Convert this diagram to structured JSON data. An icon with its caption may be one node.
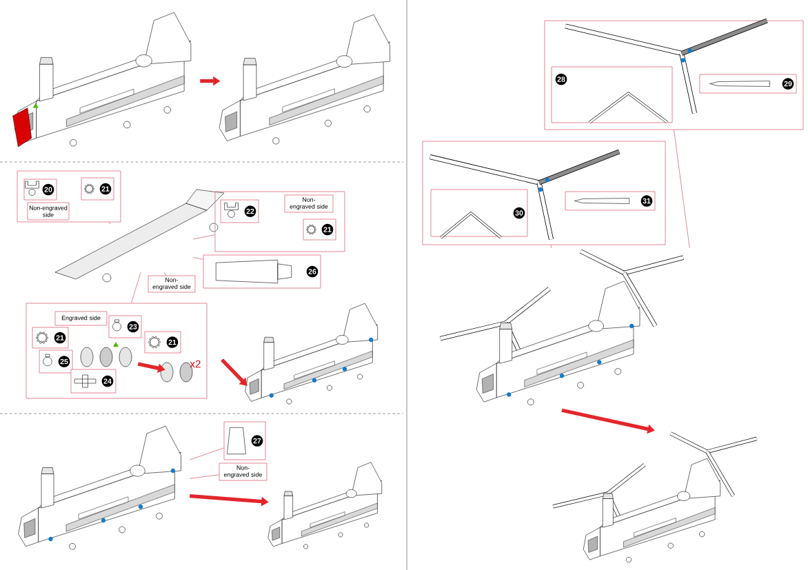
{
  "diagram": {
    "nodes": [
      {
        "text": [],
        "shape": "picture"
      },
      {
        "text": [],
        "shape": "picture"
      },
      {
        "text": [],
        "shape": "picture"
      },
      {
        "text": [],
        "shape": "box"
      },
      {
        "text": [
          "20"
        ],
        "in": 3
      },
      {
        "text": [
          "21"
        ],
        "in": 3
      },
      {
        "text": [
          "Non-engraved side"
        ],
        "in": 3
      },
      {
        "text": [],
        "shape": "box"
      },
      {
        "text": [
          "22"
        ],
        "in": 7
      },
      {
        "text": [
          "Non-engraved side"
        ],
        "in": 7
      },
      {
        "text": [
          "21"
        ],
        "in": 7
      },
      {
        "text": [
          "Non-engraved side"
        ]
      },
      {
        "text": [
          "26"
        ]
      },
      {
        "text": [],
        "shape": "box"
      },
      {
        "text": [
          "Engraved side"
        ],
        "in": 13
      },
      {
        "text": [
          "21"
        ],
        "in": 13
      },
      {
        "text": [
          "25"
        ],
        "in": 13
      },
      {
        "text": [
          "24"
        ],
        "in": 13
      },
      {
        "text": [
          "23"
        ],
        "in": 13
      },
      {
        "text": [
          "21"
        ],
        "in": 13
      },
      {
        "text": [],
        "shape": "picture",
        "in": 13
      },
      {
        "text": [],
        "shape": "picture",
        "in": 13,
        "beside": [
          "x2"
        ]
      },
      {
        "text": [],
        "shape": "picture"
      },
      {
        "text": [],
        "shape": "picture"
      },
      {
        "text": [
          "27"
        ]
      },
      {
        "text": [
          "Non-engraved side"
        ]
      },
      {
        "text": [],
        "shape": "picture"
      },
      {
        "text": [],
        "shape": "box"
      },
      {
        "text": [
          "28"
        ],
        "in": 27
      },
      {
        "text": [
          "29"
        ],
        "in": 27
      },
      {
        "text": [],
        "shape": "box"
      },
      {
        "text": [
          "30"
        ],
        "in": 30
      },
      {
        "text": [
          "31"
        ],
        "in": 30
      },
      {
        "text": [],
        "shape": "picture"
      },
      {
        "text": [],
        "shape": "picture"
      }
    ],
    "edges": [
      {
        "from": 0,
        "to": 1,
        "arrow": "to",
        "style": "thick",
        "color": "#e3262b"
      },
      {
        "from": 3,
        "to": 2,
        "arrow": "none"
      },
      {
        "from": 7,
        "to": 2,
        "arrow": "none"
      },
      {
        "from": 11,
        "to": 2,
        "arrow": "none"
      },
      {
        "from": 12,
        "to": 2,
        "arrow": "none"
      },
      {
        "from": 13,
        "to": 2,
        "arrow": "none"
      },
      {
        "from": 20,
        "to": 21,
        "arrow": "to",
        "style": "thick",
        "color": "#e3262b"
      },
      {
        "from": null,
        "to": 22,
        "arrow": "to",
        "style": "thick",
        "color": "#e3262b"
      },
      {
        "from": 24,
        "to": 23,
        "arrow": "none"
      },
      {
        "from": 25,
        "to": 23,
        "arrow": "none"
      },
      {
        "from": 23,
        "to": 26,
        "arrow": "to",
        "style": "thick",
        "color": "#e3262b"
      },
      {
        "from": 27,
        "to": 33,
        "arrow": "none"
      },
      {
        "from": 30,
        "to": 33,
        "arrow": "none"
      },
      {
        "from": 33,
        "to": 34,
        "arrow": "to",
        "style": "thick",
        "color": "#e3262b"
      }
    ]
  }
}
